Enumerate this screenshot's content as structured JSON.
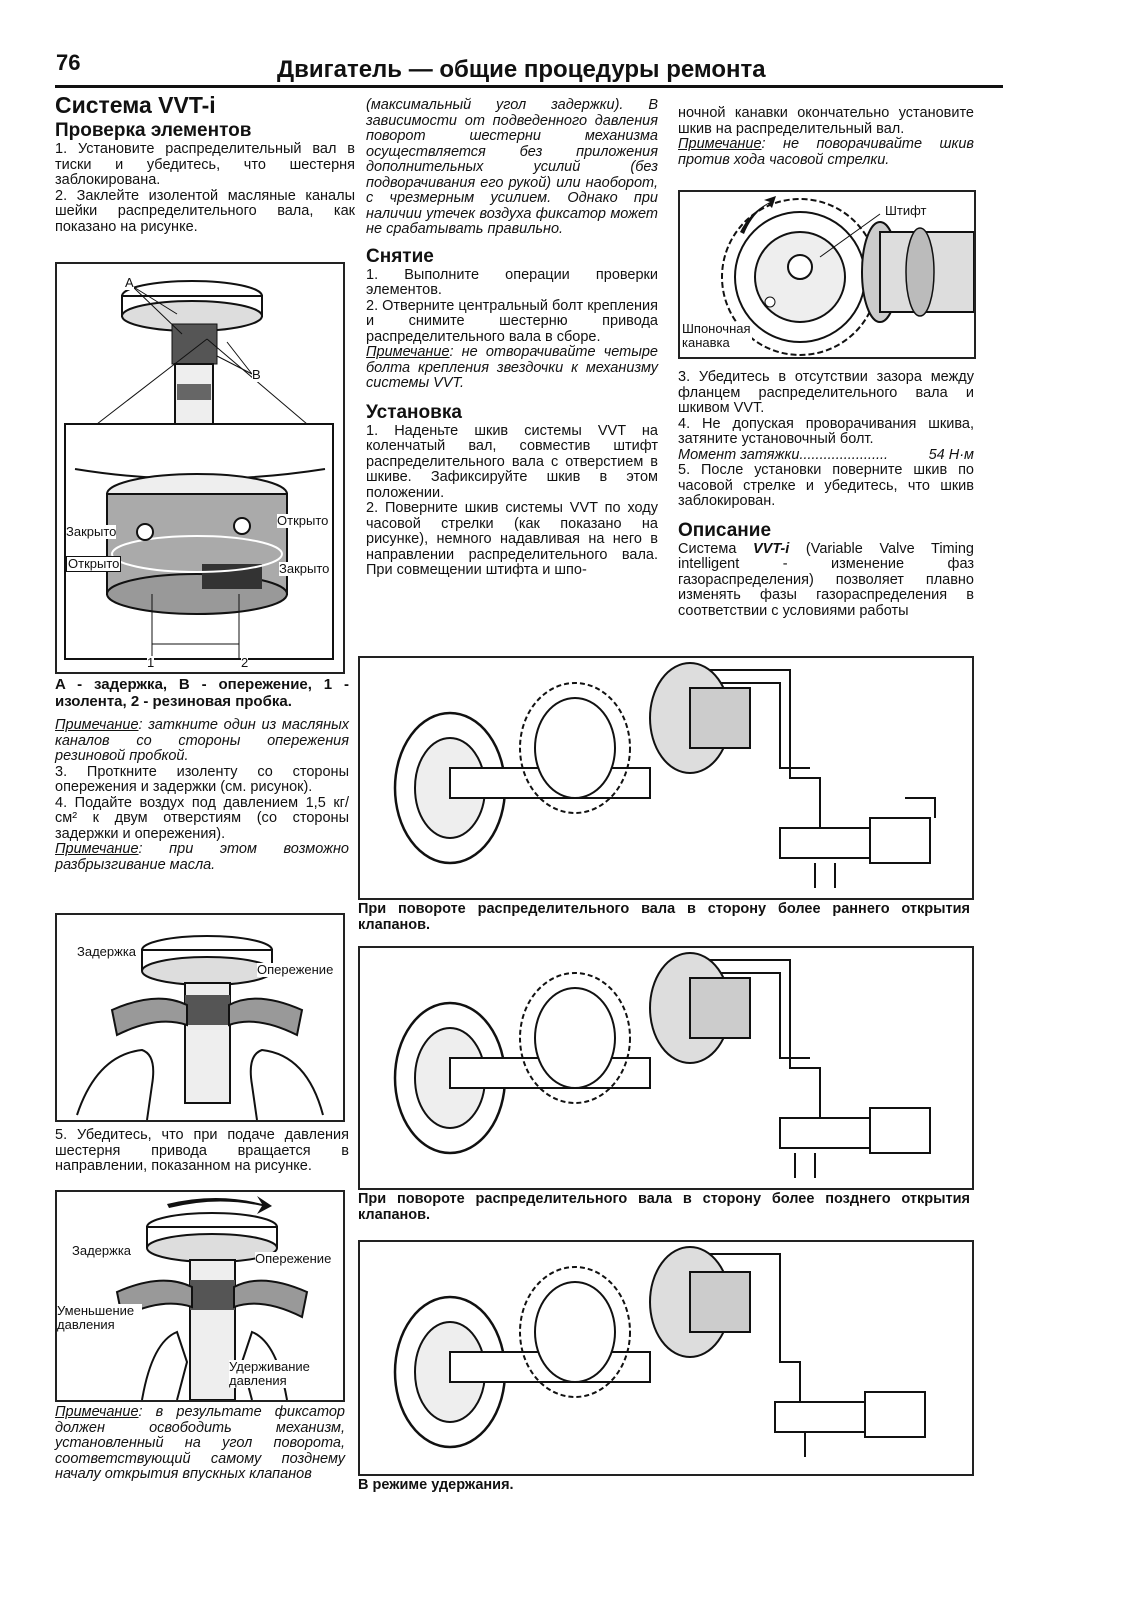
{
  "header": {
    "page_number": "76",
    "title": "Двигатель — общие процедуры ремонта"
  },
  "col1": {
    "title": "Система VVT-i",
    "subtitle": "Проверка элементов",
    "p1": "1. Установите распределительный вал в тиски и убедитесь, что шестерня заблокирована.",
    "p2": "2. Заклейте изолентой масляные каналы шейки распределительного вала, как показано на рисунке.",
    "fig1": {
      "label_a": "A",
      "label_b": "B",
      "closed1": "Закрыто",
      "open1": "Открыто",
      "open2": "Открыто",
      "closed2": "Закрыто",
      "num1": "1",
      "num2": "2"
    },
    "fig1_caption": "A - задержка, B - опережение, 1 - изолента, 2 - резиновая пробка.",
    "note1_label": "Примечание",
    "note1_text": ": заткните один из масляных каналов со стороны опережения резиновой пробкой.",
    "p3": "3. Проткните изоленту со стороны опережения и задержки (см. рисунок).",
    "p4": "4. Подайте воздух под давлением 1,5 кг/см² к двум отверстиям (со стороны задержки и опережения).",
    "note2_label": "Примечание",
    "note2_text": ": при этом возможно разбрызгивание масла.",
    "fig2": {
      "delay": "Задержка",
      "advance": "Опережение"
    },
    "p5": "5. Убедитесь, что при подаче давления шестерня привода вращается в направлении, показанном на рисунке.",
    "fig3": {
      "delay": "Задержка",
      "advance": "Опережение",
      "decrease": "Уменьшение давления",
      "hold": "Удерживание давления"
    },
    "note3_label": "Примечание",
    "note3_text": ": в результате фиксатор должен освободить механизм, установленный на угол поворота, соответствующий самому позднему началу открытия впускных клапанов"
  },
  "col2": {
    "p_cont": "(максимальный угол задержки). В зависимости от подведенного давления поворот шестерни механизма осуществляется без приложения дополнительных усилий (без подворачивания его рукой) или наоборот, с чрезмерным усилием. Однако при наличии утечек воздуха фиксатор может не срабатывать правильно.",
    "removal_title": "Снятие",
    "r1": "1. Выполните операции проверки элементов.",
    "r2": "2. Отверните центральный болт крепления и снимите шестерню привода распределительного вала в сборе.",
    "note_label": "Примечание",
    "note_text": ": не отворачивайте четыре болта крепления звездочки к механизму системы VVT.",
    "install_title": "Установка",
    "i1": "1. Наденьте шкив системы VVT на коленчатый вал, совместив штифт распределительного вала с отверстием в шкиве. Зафиксируйте шкив в этом положении.",
    "i2": "2. Поверните шкив системы VVT по ходу часовой стрелки (как показано на рисунке), немного надавливая на него в направлении распределительного вала. При совмещении штифта и шпо-"
  },
  "col3": {
    "p_cont": "ночной канавки окончательно установите шкив на распределительный вал.",
    "note_label": "Примечание",
    "note_text": ": не поворачивайте шкив против хода часовой стрелки.",
    "fig": {
      "pin": "Штифт",
      "keyway": "Шпоночная канавка"
    },
    "s3": "3. Убедитесь в отсутствии зазора между фланцем распределительного вала и шкивом VVT.",
    "s4": "4. Не допуская проворачивания шкива, затяните установочный болт.",
    "torque_label": "Момент затяжки",
    "torque_dots": "......................",
    "torque_value": "54 Н·м",
    "s5": "5. После установки поверните шкив по часовой стрелке и убедитесь, что шкив заблокирован.",
    "desc_title": "Описание",
    "desc_pre": "Система ",
    "desc_brand": "VVT-i",
    "desc_text": " (Variable Valve Timing intelligent - изменение фаз газораспределения) позволяет плавно изменять фазы газораспределения в соответствии с условиями работы"
  },
  "diagrams": {
    "cap1": "При повороте распределительного вала в сторону более раннего открытия клапанов.",
    "cap2": "При повороте распределительного вала в сторону более позднего открытия клапанов.",
    "cap3": "В режиме удержания."
  }
}
